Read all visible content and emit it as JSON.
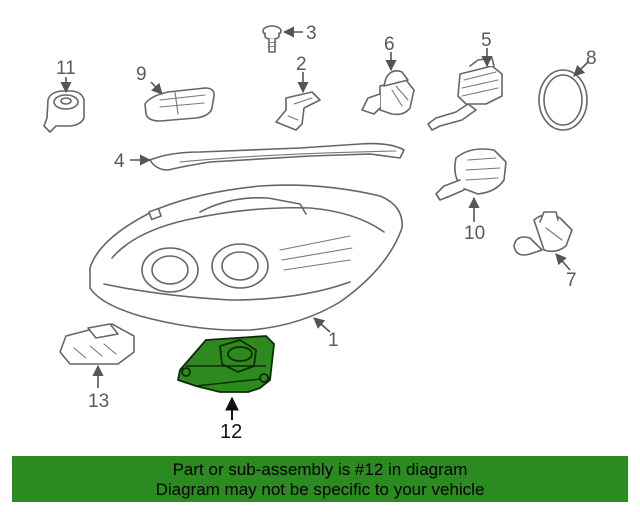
{
  "diagram": {
    "callouts": [
      "1",
      "2",
      "3",
      "4",
      "5",
      "6",
      "7",
      "8",
      "9",
      "10",
      "11",
      "12",
      "13"
    ],
    "highlight_color": "#2e8a1e",
    "highlighted_part": "12"
  },
  "banner": {
    "line1": "Part or sub-assembly is #12 in diagram",
    "line2": "Diagram may not be specific to your vehicle",
    "color": "#2b8a20"
  }
}
